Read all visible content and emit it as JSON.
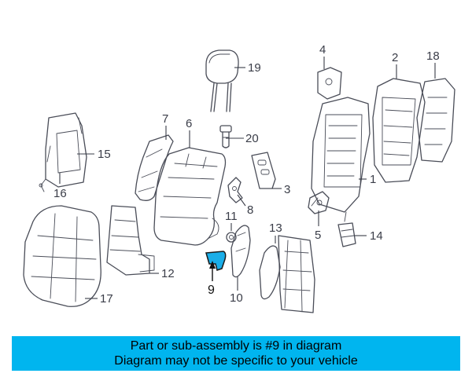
{
  "banner": {
    "line1": "Part or sub-assembly is #9 in diagram",
    "line2": "Diagram may not be specific to your vehicle",
    "color": "#00b5ef"
  },
  "diagram": {
    "highlight_color": "#1aaee8",
    "highlighted_part": "9",
    "callouts": [
      "1",
      "2",
      "3",
      "4",
      "5",
      "6",
      "7",
      "8",
      "9",
      "10",
      "11",
      "12",
      "13",
      "14",
      "15",
      "16",
      "17",
      "18",
      "19",
      "20"
    ]
  }
}
